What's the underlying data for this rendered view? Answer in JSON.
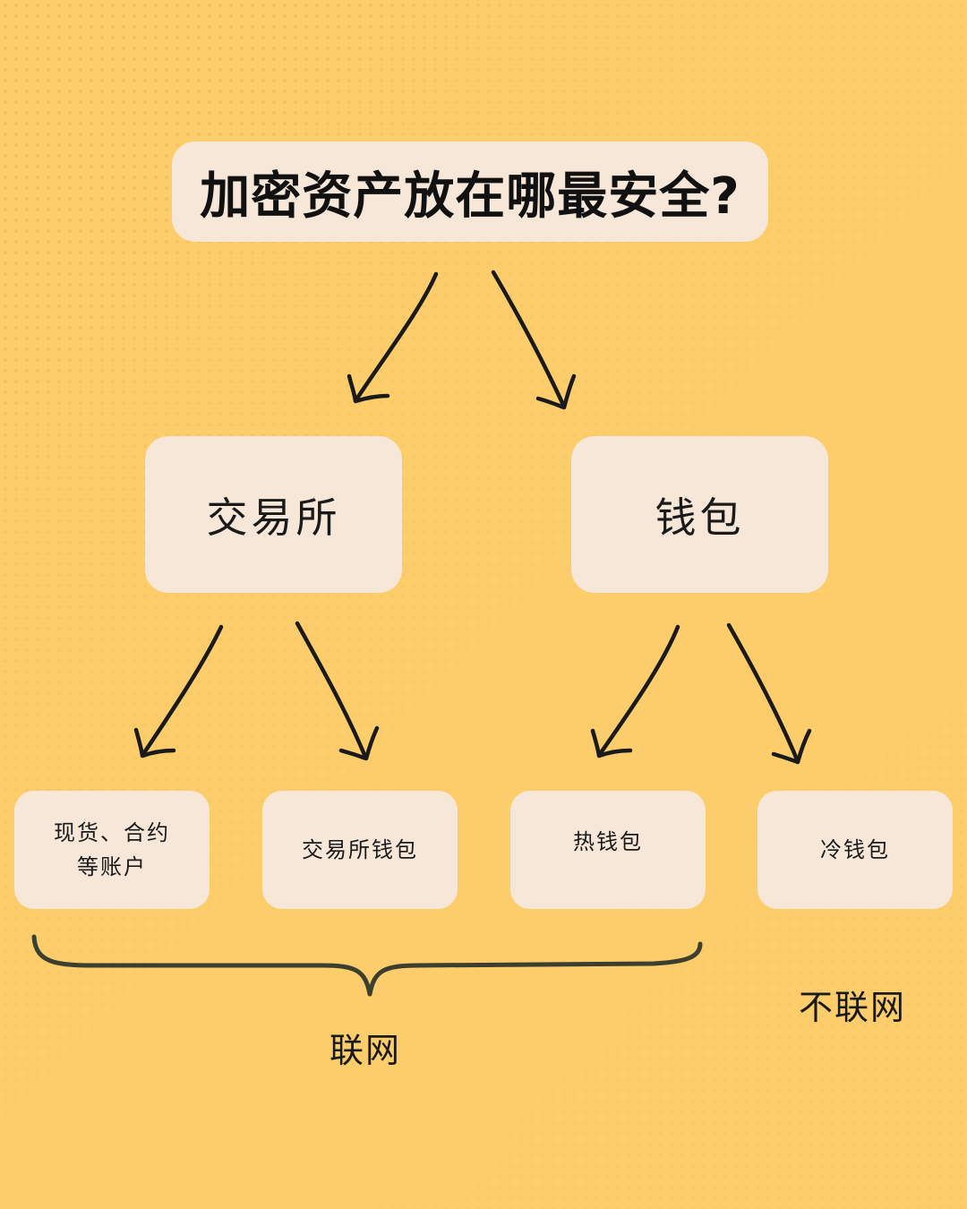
{
  "title": "加密资产放在哪最安全?",
  "level1": {
    "exchange": "交易所",
    "wallet": "钱包"
  },
  "level2": {
    "spot_contract": "现货、合约等账户",
    "exchange_wallet": "交易所钱包",
    "hot_wallet": "热钱包",
    "cold_wallet": "冷钱包"
  },
  "labels": {
    "online": "联网",
    "offline": "不联网"
  },
  "colors": {
    "background": "#fccd6a",
    "box_fill": "#f6e7d9",
    "stroke": "#1a1a1a",
    "brace": "#3b3f30"
  }
}
